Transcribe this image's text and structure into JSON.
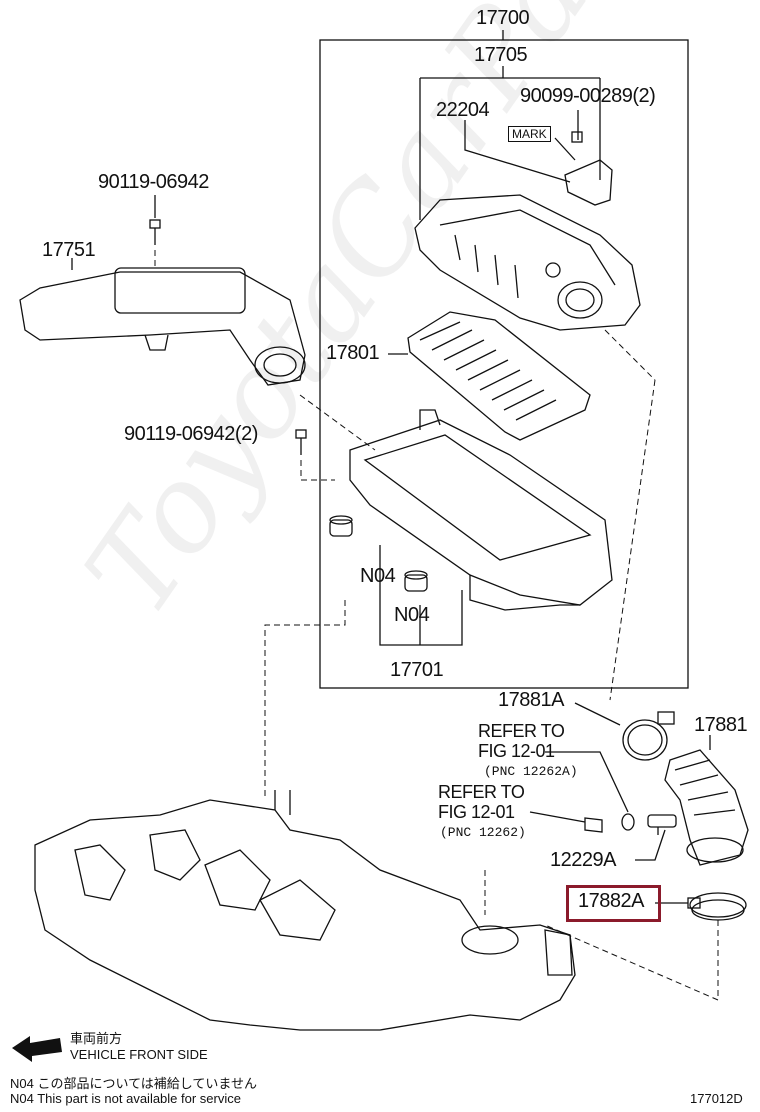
{
  "parts": {
    "p17700": "17700",
    "p17705": "17705",
    "p22204": "22204",
    "p90099": "90099-00289(2)",
    "mark": "MARK",
    "p90119a": "90119-06942",
    "p17751": "17751",
    "p17801": "17801",
    "p90119b": "90119-06942(2)",
    "n04a": "N04",
    "n04b": "N04",
    "p17701": "17701",
    "p17881A": "17881A",
    "p17881": "17881",
    "refer1_l1": "REFER TO",
    "refer1_l2": "FIG 12-01",
    "refer1_l3": "(PNC 12262A)",
    "refer2_l1": "REFER TO",
    "refer2_l2": "FIG 12-01",
    "refer2_l3": "(PNC 12262)",
    "p12229A": "12229A",
    "p17882A": "17882A"
  },
  "legend": {
    "front_jp": "車両前方",
    "front_en": "VEHICLE FRONT SIDE",
    "n04_jp": "N04  この部品については補給していません",
    "n04_en": "N04  This part is not available for service"
  },
  "figure_id": "177012D",
  "watermark": "ToyotaCarParts.ru",
  "colors": {
    "highlight": "#8b1a2b",
    "line": "#111111"
  }
}
